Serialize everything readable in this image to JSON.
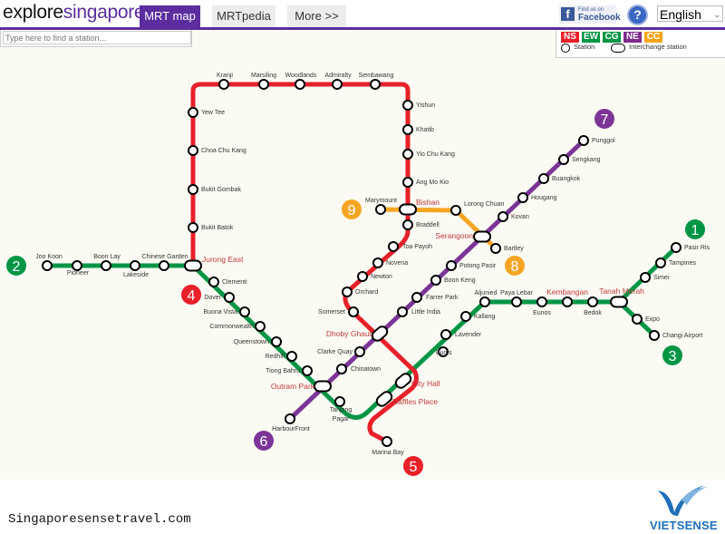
{
  "header": {
    "logo_part1": "explore",
    "logo_part2": "singapore",
    "tabs": [
      {
        "label": "MRT map",
        "active": true
      },
      {
        "label": "MRTpedia"
      },
      {
        "label": "More >>"
      }
    ],
    "facebook": {
      "line1": "Find us on",
      "line2": "Facebook"
    },
    "help_label": "?",
    "language": "English"
  },
  "search": {
    "placeholder": "Type here to find a station..."
  },
  "legend": {
    "lines": [
      {
        "code": "NS",
        "color": "#e8202a"
      },
      {
        "code": "EW",
        "color": "#009645"
      },
      {
        "code": "CG",
        "color": "#009645"
      },
      {
        "code": "NE",
        "color": "#7d2b8b"
      },
      {
        "code": "CC",
        "color": "#f9a51b"
      }
    ],
    "station_label": "Station",
    "interchange_label": "Interchange station"
  },
  "line_colors": {
    "NS": "#e8202a",
    "EW": "#009645",
    "NE": "#7b3596",
    "CC": "#f6a623"
  },
  "line_badges": [
    {
      "number": "1",
      "line": "EW"
    },
    {
      "number": "2",
      "line": "EW"
    },
    {
      "number": "3",
      "line": "EW"
    },
    {
      "number": "4",
      "line": "NS"
    },
    {
      "number": "5",
      "line": "NS"
    },
    {
      "number": "6",
      "line": "NE"
    },
    {
      "number": "7",
      "line": "NE"
    },
    {
      "number": "8",
      "line": "CC"
    },
    {
      "number": "9",
      "line": "CC"
    }
  ],
  "stations": [
    {
      "name": "Joo Koon"
    },
    {
      "name": "Pioneer"
    },
    {
      "name": "Boon Lay"
    },
    {
      "name": "Lakeside"
    },
    {
      "name": "Chinese Garden"
    },
    {
      "name": "Jurong East",
      "interchange": true
    },
    {
      "name": "Clementi"
    },
    {
      "name": "Dover"
    },
    {
      "name": "Buona Vista"
    },
    {
      "name": "Commonwealth"
    },
    {
      "name": "Queenstown"
    },
    {
      "name": "Redhill"
    },
    {
      "name": "Tiong Bahru"
    },
    {
      "name": "Outram Park",
      "interchange": true
    },
    {
      "name": "Tanjong Pagar"
    },
    {
      "name": "Raffles Place",
      "interchange": true
    },
    {
      "name": "City Hall",
      "interchange": true
    },
    {
      "name": "Bugis"
    },
    {
      "name": "Lavender"
    },
    {
      "name": "Kallang"
    },
    {
      "name": "Aljunied"
    },
    {
      "name": "Paya Lebar"
    },
    {
      "name": "Eunos"
    },
    {
      "name": "Kembangan"
    },
    {
      "name": "Bedok"
    },
    {
      "name": "Tanah Merah",
      "interchange": true
    },
    {
      "name": "Simei"
    },
    {
      "name": "Tampines"
    },
    {
      "name": "Pasir Ris"
    },
    {
      "name": "Expo"
    },
    {
      "name": "Changi Airport"
    },
    {
      "name": "Bukit Batok"
    },
    {
      "name": "Bukit Gombak"
    },
    {
      "name": "Choa Chu Kang"
    },
    {
      "name": "Yew Tee"
    },
    {
      "name": "Kranji"
    },
    {
      "name": "Marsiling"
    },
    {
      "name": "Woodlands"
    },
    {
      "name": "Admiralty"
    },
    {
      "name": "Sembawang"
    },
    {
      "name": "Yishun"
    },
    {
      "name": "Khatib"
    },
    {
      "name": "Yio Chu Kang"
    },
    {
      "name": "Ang Mo Kio"
    },
    {
      "name": "Bishan",
      "interchange": true
    },
    {
      "name": "Braddell"
    },
    {
      "name": "Toa Payoh"
    },
    {
      "name": "Novena"
    },
    {
      "name": "Newton"
    },
    {
      "name": "Orchard"
    },
    {
      "name": "Somerset"
    },
    {
      "name": "Dhoby Ghaut",
      "interchange": true
    },
    {
      "name": "Marina Bay"
    },
    {
      "name": "HarbourFront"
    },
    {
      "name": "Chinatown"
    },
    {
      "name": "Clarke Quay"
    },
    {
      "name": "Little India"
    },
    {
      "name": "Farrer Park"
    },
    {
      "name": "Boon Keng"
    },
    {
      "name": "Potong Pasir"
    },
    {
      "name": "Serangoon",
      "interchange": true
    },
    {
      "name": "Kovan"
    },
    {
      "name": "Hougang"
    },
    {
      "name": "Buangkok"
    },
    {
      "name": "Sengkang"
    },
    {
      "name": "Punggol"
    },
    {
      "name": "Marymount"
    },
    {
      "name": "Lorong Chuan"
    },
    {
      "name": "Bartley"
    }
  ],
  "footer": {
    "site": "Singaporesensetravel.com",
    "brand": "VIETSENSE"
  }
}
